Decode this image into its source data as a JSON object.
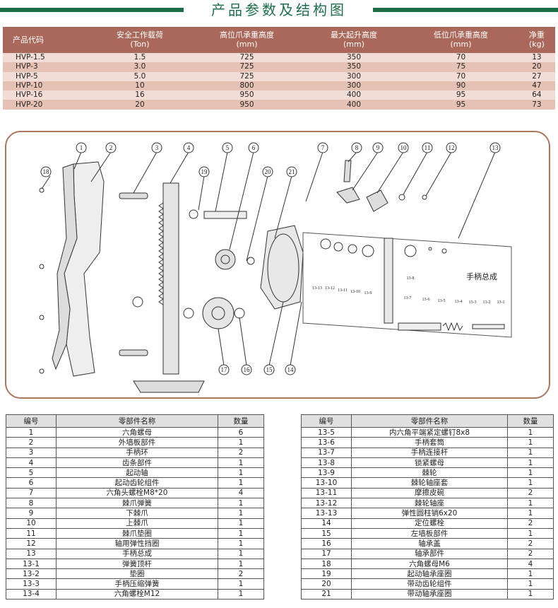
{
  "header": {
    "title": "产品参数及结构图",
    "accent_color": "#1e6e4a"
  },
  "spec_table": {
    "header_color": "#a9685a",
    "columns": [
      {
        "label": "产品代码",
        "unit": ""
      },
      {
        "label": "安全工作载荷",
        "unit": "(Ton)"
      },
      {
        "label": "高位爪承重高度",
        "unit": "(mm)"
      },
      {
        "label": "最大起升高度",
        "unit": "(mm)"
      },
      {
        "label": "低位爪承重高度",
        "unit": "(mm)"
      },
      {
        "label": "净重",
        "unit": "(kg)"
      }
    ],
    "rows": [
      [
        "HVP-1.5",
        "1.5",
        "725",
        "350",
        "70",
        "13"
      ],
      [
        "HVP-3",
        "3.0",
        "725",
        "350",
        "75",
        "20"
      ],
      [
        "HVP-5",
        "5.0",
        "725",
        "300",
        "70",
        "27"
      ],
      [
        "HVP-10",
        "10",
        "800",
        "300",
        "90",
        "47"
      ],
      [
        "HVP-16",
        "16",
        "950",
        "400",
        "95",
        "64"
      ],
      [
        "HVP-20",
        "20",
        "950",
        "400",
        "95",
        "73"
      ]
    ]
  },
  "diagram": {
    "border_color": "#a9785f",
    "assembly_label": "手柄总成",
    "top_callouts": [
      "1",
      "2",
      "3",
      "4",
      "5",
      "6",
      "7",
      "8",
      "9",
      "10",
      "11",
      "12",
      "13"
    ],
    "side_callouts": [
      "18",
      "19",
      "20",
      "21"
    ],
    "bottom_callouts": [
      "17",
      "16",
      "15",
      "14"
    ],
    "sub_callouts": [
      "13-13",
      "13-12",
      "13-11",
      "13-10",
      "13-9",
      "13-8",
      "13-7",
      "13-6",
      "13-5",
      "13-4",
      "13-3",
      "13-2",
      "13-1"
    ]
  },
  "parts_tables": {
    "headers": [
      "编号",
      "零部件名称",
      "数量"
    ],
    "left_rows": [
      [
        "1",
        "六角螺母",
        "6"
      ],
      [
        "2",
        "外墙板部件",
        "1"
      ],
      [
        "3",
        "手柄环",
        "2"
      ],
      [
        "4",
        "齿条部件",
        "1"
      ],
      [
        "5",
        "起动轴",
        "1"
      ],
      [
        "6",
        "起动齿轮组件",
        "1"
      ],
      [
        "7",
        "六角头螺栓M8*20",
        "4"
      ],
      [
        "8",
        "棘爪弹簧",
        "1"
      ],
      [
        "9",
        "下棘爪",
        "1"
      ],
      [
        "10",
        "上棘爪",
        "1"
      ],
      [
        "11",
        "棘爪垫圈",
        "1"
      ],
      [
        "12",
        "轴用弹性挡圈",
        "1"
      ],
      [
        "13",
        "手柄总成",
        "1"
      ],
      [
        "13-1",
        "弹簧顶杆",
        "1"
      ],
      [
        "13-2",
        "垫圈",
        "2"
      ],
      [
        "13-3",
        "手柄压缩弹簧",
        "1"
      ],
      [
        "13-4",
        "六角螺栓M12",
        "1"
      ]
    ],
    "right_rows": [
      [
        "13-5",
        "内六角平端紧定螺钉8x8",
        "1"
      ],
      [
        "13-6",
        "手柄套筒",
        "1"
      ],
      [
        "13-7",
        "手柄连接杆",
        "1"
      ],
      [
        "13-8",
        "锁紧螺母",
        "1"
      ],
      [
        "13-9",
        "棘轮",
        "1"
      ],
      [
        "13-10",
        "棘轮轴座套",
        "1"
      ],
      [
        "13-11",
        "摩擦皮碗",
        "2"
      ],
      [
        "13-12",
        "棘轮轴座",
        "1"
      ],
      [
        "13-13",
        "弹性圆柱销6x20",
        "1"
      ],
      [
        "14",
        "定位螺栓",
        "2"
      ],
      [
        "15",
        "左墙板部件",
        "1"
      ],
      [
        "16",
        "轴承盖",
        "2"
      ],
      [
        "17",
        "轴承部件",
        "2"
      ],
      [
        "18",
        "六角螺母M6",
        "4"
      ],
      [
        "19",
        "起动轴承座圈",
        "1"
      ],
      [
        "20",
        "带动齿轮组件",
        "1"
      ],
      [
        "21",
        "带动轴承座圈",
        "1"
      ]
    ]
  }
}
